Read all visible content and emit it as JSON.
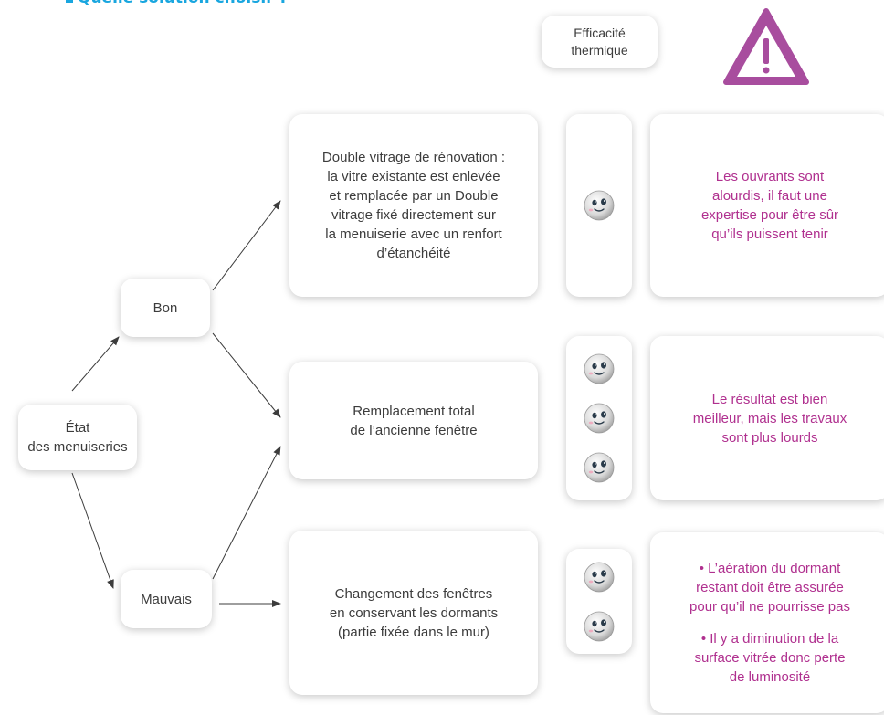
{
  "title": "Quelle solution choisir ?",
  "header": {
    "efficacite": "Efficacité\nthermique"
  },
  "etat": "État\ndes menuiseries",
  "bon": "Bon",
  "mauvais": "Mauvais",
  "solutions": [
    {
      "text": "Double vitrage de rénovation :\nla vitre existante est enlevée\net remplacée par un Double\nvitrage fixé directement sur\nla menuiserie avec un renfort\nd’étanchéité",
      "smileys": 1
    },
    {
      "text": "Remplacement total\nde l’ancienne fenêtre",
      "smileys": 3
    },
    {
      "text": "Changement des fenêtres\nen conservant les dormants\n(partie fixée dans le mur)",
      "smileys": 2
    }
  ],
  "notes": [
    "Les ouvrants sont\nalourdis, il faut une\nexpertise pour être sûr\nqu’ils puissent tenir",
    "Le résultat est bien\nmeilleur, mais les travaux\nsont plus lourds",
    "• L’aération du dormant\nrestant doit être assurée\npour qu’il ne pourrisse pas",
    "• Il y a diminution de la\nsurface vitrée donc perte\nde luminosité"
  ],
  "colors": {
    "title": "#19a6df",
    "note_text": "#b0308f",
    "warning": "#a84d9e"
  },
  "icons": {
    "warning": "warning-triangle-icon",
    "rating": "smiley-icon"
  }
}
